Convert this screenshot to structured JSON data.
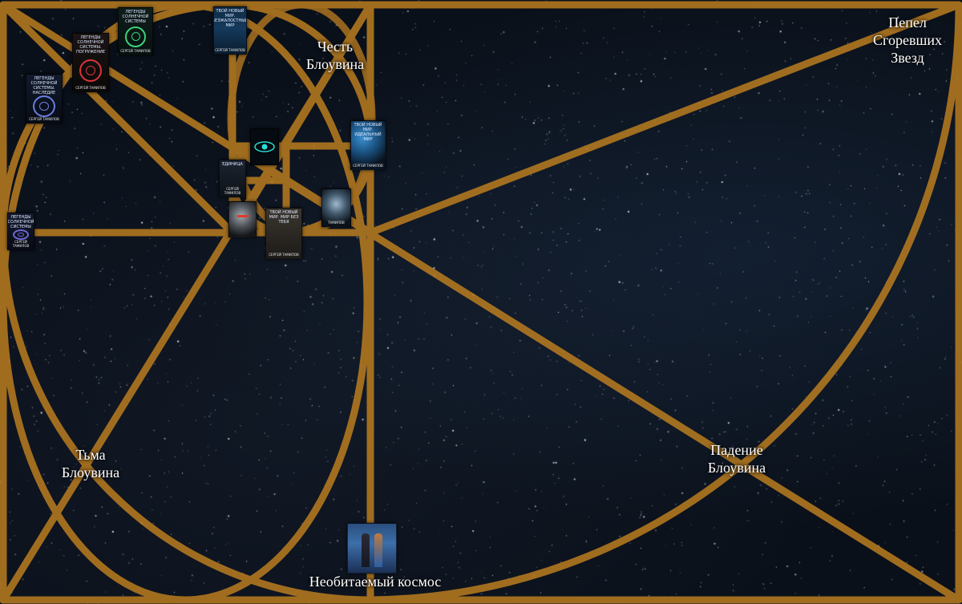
{
  "labels": {
    "chest": "Честь\nБлоувина",
    "pepel": "Пепел\nСгоревших\nЗвезд",
    "tma": "Тьма\nБлоувина",
    "padenie": "Падение\nБлоувина",
    "kosmos": "Необитаемый космос"
  },
  "books": {
    "legendy_1": {
      "title": "Легенды Солнечной Системы",
      "author": "Сергей Тамилов"
    },
    "legendy_2": {
      "title": "Легенды Солнечной Системы. Погружение",
      "author": "Сергей Тамилов"
    },
    "legendy_3": {
      "title": "Легенды Солнечной Системы. Наследие",
      "author": "Сергей Тамилов"
    },
    "legendy_4": {
      "title": "Легенды Солнечной Системы",
      "author": "Сергей Тамилов"
    },
    "tvoy_novy_mir_1": {
      "title": "Твой новый мир. Безжалостный мир",
      "author": "Сергей Тамилов"
    },
    "tvoy_novy_mir_2": {
      "title": "Твой новый мир. Идеальный мир",
      "author": "Сергей Тамилов"
    },
    "tvoy_novy_mir_3": {
      "title": "Твой новый мир. Мир без тебя",
      "author": "Сергей Тамилов"
    },
    "eye_book": {
      "title": "",
      "author": ""
    },
    "edinica": {
      "title": "Единица",
      "author": "Сергей Тамилов"
    },
    "robot_book": {
      "title": "",
      "author": ""
    },
    "ape_book": {
      "title": "",
      "author": "Тамилов"
    },
    "kosmos_book": {
      "title": "",
      "author": ""
    }
  },
  "colors": {
    "frame": "#b67a20",
    "background": "#0a1019",
    "text": "#ffffff"
  }
}
